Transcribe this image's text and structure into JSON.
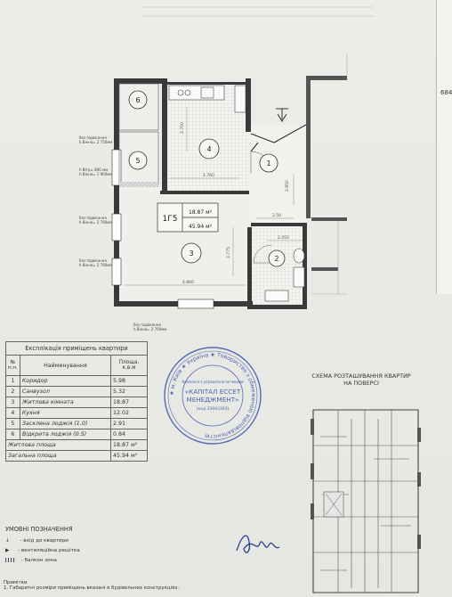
{
  "plan": {
    "rooms": [
      "1",
      "2",
      "3",
      "4",
      "5",
      "6"
    ],
    "dims": {
      "d1": "2.50",
      "d2": "2.850",
      "d3": "2.450",
      "d4": "1.760",
      "d5": "4.860",
      "d6": "3.775",
      "d7": "2.700"
    },
    "apt_tag": "1Г5",
    "living_area": "18.87 м²",
    "total_area": "45.94 м²",
    "window_notes": [
      "без підвіконня\nh Вікна= 2 750мм",
      "h Вітр= 800 мм\nh Вікна= 1 900мм",
      "без підвіконня\nh Вікна= 2 700мм",
      "без підвіконня\nh Вікна= 2 700мм",
      "без підвіконня\nh Вікна= 2 700мм"
    ]
  },
  "right_edge_number": "684",
  "table": {
    "title": "Експлікація приміщень квартири",
    "headers": {
      "num": "№\nп.п.",
      "name": "Найменування",
      "area": "Площа,\nк.в.м"
    },
    "rows": [
      {
        "n": "1",
        "name": "Коридор",
        "area": "5.98"
      },
      {
        "n": "2",
        "name": "Санвузол",
        "area": "5.32"
      },
      {
        "n": "3",
        "name": "Житлова кімната",
        "area": "18.87"
      },
      {
        "n": "4",
        "name": "Кухня",
        "area": "12.02"
      },
      {
        "n": "5",
        "name": "Засклена лоджія (1.0)",
        "area": "2.91"
      },
      {
        "n": "6",
        "name": "Відкрита лоджія (0.5)",
        "area": "0.84"
      }
    ],
    "living": {
      "label": "Житлова площа",
      "value": "18.87 м²"
    },
    "total": {
      "label": "Загальна площа",
      "value": "45.94 м²"
    }
  },
  "stamp": {
    "ring_text": "★ м. Київ ★ Україна ★ Товариство з обмеженою відповідальністю",
    "center_line1": "«КАПІТАЛ ЕССЕТ",
    "center_line2": "МЕНЕДЖМЕНТ»",
    "small1": "Компанія з управління активами",
    "small2": "(код 33943393)"
  },
  "scheme_title": "СХЕМА РОЗТАШУВАННЯ КВАРТИР\nНА ПОВЕРСІ",
  "legend": {
    "title": "УМОВНІ ПОЗНАЧЕННЯ",
    "entry": "- вхід до квартири",
    "vent": "- вентиляційна решітка",
    "balcony": "- балкон зона"
  },
  "notes": {
    "title": "Примітки",
    "line1": "1. Габаритні розміри приміщень вказані в будівельних конструкціях."
  }
}
